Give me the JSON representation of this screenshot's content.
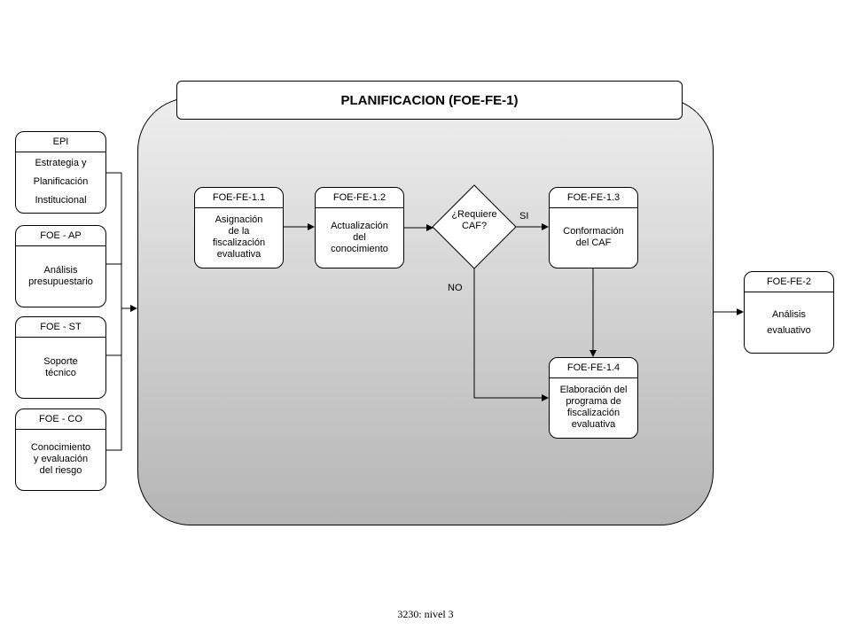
{
  "title": "PLANIFICACION (FOE-FE-1)",
  "inputs": [
    {
      "code": "EPI",
      "name": "Estrategia y\nPlanificación\nInstitucional"
    },
    {
      "code": "FOE - AP",
      "name": "Análisis\npresupuestario"
    },
    {
      "code": "FOE - ST",
      "name": "Soporte\ntécnico"
    },
    {
      "code": "FOE - CO",
      "name": "Conocimiento\ny evaluación\ndel riesgo"
    }
  ],
  "processes": [
    {
      "code": "FOE-FE-1.1",
      "name": "Asignación\nde la\nfiscalización\nevaluativa"
    },
    {
      "code": "FOE-FE-1.2",
      "name": "Actualización\ndel\nconocimiento"
    },
    {
      "code": "FOE-FE-1.3",
      "name": "Conformación\ndel CAF"
    },
    {
      "code": "FOE-FE-1.4",
      "name": "Elaboración del\nprograma de\nfiscalización\nevaluativa"
    }
  ],
  "decision": {
    "text": "¿Requiere\nCAF?",
    "yes_label": "SI",
    "no_label": "NO"
  },
  "output": {
    "code": "FOE-FE-2",
    "name": "Análisis\nevaluativo"
  },
  "footer": "3230: nivel 3"
}
